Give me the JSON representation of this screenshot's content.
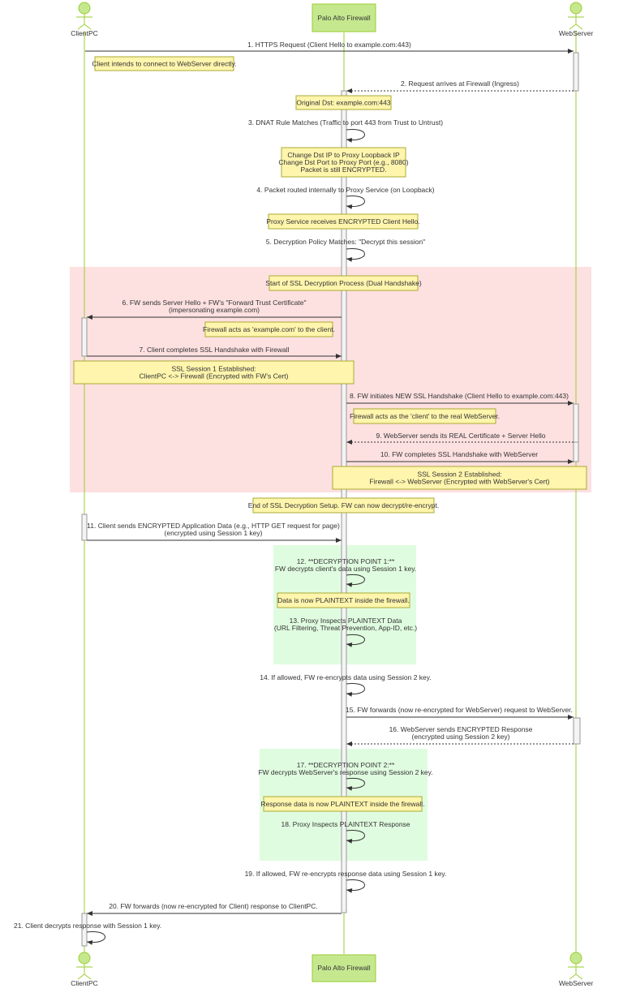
{
  "participants": {
    "client": "ClientPC",
    "firewall": "Palo Alto Firewall",
    "server": "WebServer"
  },
  "messages": [
    {
      "id": "m1",
      "lines": [
        "1. HTTPS Request (Client Hello to example.com:443)"
      ],
      "from": "client",
      "to": "server",
      "style": "solid"
    },
    {
      "id": "m2",
      "lines": [
        "2. Request arrives at Firewall (Ingress)"
      ],
      "from": "server",
      "to": "firewall",
      "style": "dotted"
    },
    {
      "id": "m3",
      "lines": [
        "3. DNAT Rule Matches (Traffic to port 443 from Trust to Untrust)"
      ],
      "from": "firewall",
      "to": "firewall",
      "style": "self"
    },
    {
      "id": "m4",
      "lines": [
        "4. Packet routed internally to Proxy Service (on Loopback)"
      ],
      "from": "firewall",
      "to": "firewall",
      "style": "self"
    },
    {
      "id": "m5",
      "lines": [
        "5. Decryption Policy Matches: \"Decrypt this session\""
      ],
      "from": "firewall",
      "to": "firewall",
      "style": "self"
    },
    {
      "id": "m6",
      "lines": [
        "6. FW sends Server Hello + FW's \"Forward Trust Certificate\"",
        "(impersonating example.com)"
      ],
      "from": "firewall",
      "to": "client",
      "style": "solid"
    },
    {
      "id": "m7",
      "lines": [
        "7. Client completes SSL Handshake with Firewall"
      ],
      "from": "client",
      "to": "firewall",
      "style": "solid"
    },
    {
      "id": "m8",
      "lines": [
        "8. FW initiates NEW SSL Handshake (Client Hello to example.com:443)"
      ],
      "from": "firewall",
      "to": "server",
      "style": "solid"
    },
    {
      "id": "m9",
      "lines": [
        "9. WebServer sends its REAL Certificate + Server Hello"
      ],
      "from": "server",
      "to": "firewall",
      "style": "dotted"
    },
    {
      "id": "m10",
      "lines": [
        "10. FW completes SSL Handshake with WebServer"
      ],
      "from": "firewall",
      "to": "server",
      "style": "solid"
    },
    {
      "id": "m11",
      "lines": [
        "11. Client sends ENCRYPTED Application Data (e.g., HTTP GET request for page)",
        "(encrypted using Session 1 key)"
      ],
      "from": "client",
      "to": "firewall",
      "style": "solid"
    },
    {
      "id": "m12",
      "lines": [
        "12. **DECRYPTION POINT 1:**",
        "FW decrypts client's data using Session 1 key."
      ],
      "from": "firewall",
      "to": "firewall",
      "style": "self"
    },
    {
      "id": "m13",
      "lines": [
        "13. Proxy Inspects PLAINTEXT Data",
        "(URL Filtering, Threat Prevention, App-ID, etc.)"
      ],
      "from": "firewall",
      "to": "firewall",
      "style": "self"
    },
    {
      "id": "m14",
      "lines": [
        "14. If allowed, FW re-encrypts data using Session 2 key."
      ],
      "from": "firewall",
      "to": "firewall",
      "style": "self"
    },
    {
      "id": "m15",
      "lines": [
        "15. FW forwards (now re-encrypted for WebServer) request to WebServer."
      ],
      "from": "firewall",
      "to": "server",
      "style": "solid"
    },
    {
      "id": "m16",
      "lines": [
        "16. WebServer sends ENCRYPTED Response",
        "(encrypted using Session 2 key)"
      ],
      "from": "server",
      "to": "firewall",
      "style": "dotted"
    },
    {
      "id": "m17",
      "lines": [
        "17. **DECRYPTION POINT 2:**",
        "FW decrypts WebServer's response using Session 2 key."
      ],
      "from": "firewall",
      "to": "firewall",
      "style": "self"
    },
    {
      "id": "m18",
      "lines": [
        "18. Proxy Inspects PLAINTEXT Response"
      ],
      "from": "firewall",
      "to": "firewall",
      "style": "self"
    },
    {
      "id": "m19",
      "lines": [
        "19. If allowed, FW re-encrypts response data using Session 1 key."
      ],
      "from": "firewall",
      "to": "firewall",
      "style": "self"
    },
    {
      "id": "m20",
      "lines": [
        "20. FW forwards (now re-encrypted for Client) response to ClientPC."
      ],
      "from": "firewall",
      "to": "client",
      "style": "solid"
    },
    {
      "id": "m21",
      "lines": [
        "21. Client decrypts response with Session 1 key."
      ],
      "from": "client",
      "to": "client",
      "style": "self"
    }
  ],
  "notes": [
    {
      "id": "n1",
      "lines": [
        "Client intends to connect to WebServer directly."
      ]
    },
    {
      "id": "n2",
      "lines": [
        "Original Dst: example.com:443"
      ]
    },
    {
      "id": "n3",
      "lines": [
        "Change Dst IP to Proxy Loopback IP",
        "Change Dst Port to Proxy Port (e.g., 8080)",
        "Packet is still ENCRYPTED."
      ]
    },
    {
      "id": "n4",
      "lines": [
        "Proxy Service receives ENCRYPTED Client Hello."
      ]
    },
    {
      "id": "n5",
      "lines": [
        "Start of SSL Decryption Process (Dual Handshake)"
      ]
    },
    {
      "id": "n6",
      "lines": [
        "Firewall acts as 'example.com' to the client."
      ]
    },
    {
      "id": "n7",
      "lines": [
        "SSL Session 1 Established:",
        "ClientPC <-> Firewall (Encrypted with FW's Cert)"
      ]
    },
    {
      "id": "n8",
      "lines": [
        "Firewall acts as the 'client' to the real WebServer."
      ]
    },
    {
      "id": "n9",
      "lines": [
        "SSL Session 2 Established:",
        "Firewall <-> WebServer (Encrypted with WebServer's Cert)"
      ]
    },
    {
      "id": "n10",
      "lines": [
        "End of SSL Decryption Setup. FW can now decrypt/re-encrypt."
      ]
    },
    {
      "id": "n11",
      "lines": [
        "Data is now PLAINTEXT inside the firewall."
      ]
    },
    {
      "id": "n12",
      "lines": [
        "Response data is now PLAINTEXT inside the firewall."
      ]
    }
  ],
  "regions": [
    {
      "id": "decryption-setup",
      "color": "#fde0e0"
    },
    {
      "id": "plaintext-request",
      "color": "#e0fce0"
    },
    {
      "id": "plaintext-response",
      "color": "#e0fce0"
    }
  ],
  "colors": {
    "lifeline": "#9acd32",
    "actor_fill": "#c5e88f",
    "note_fill": "#fff5ad",
    "note_stroke": "#aaaa33",
    "arrow": "#333333",
    "activation": "#f4f4f4"
  }
}
